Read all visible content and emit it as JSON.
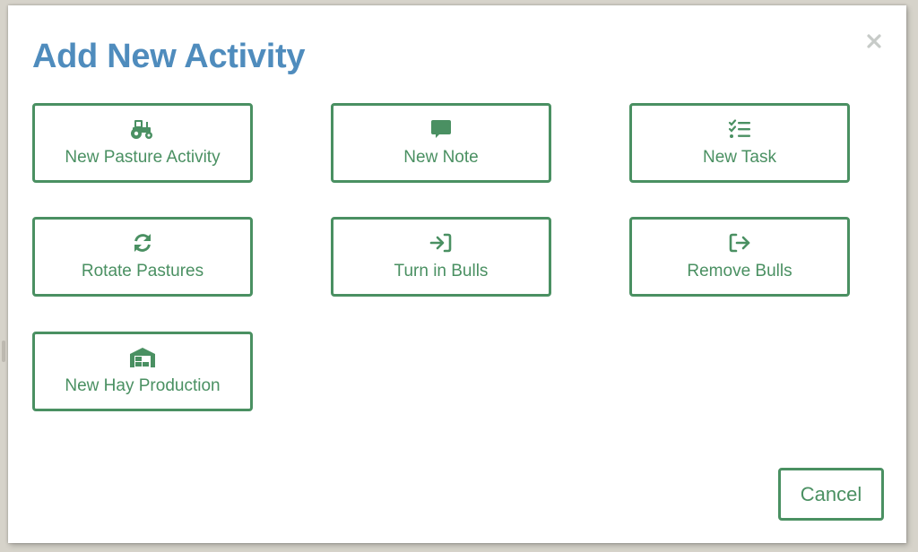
{
  "dialog": {
    "title": "Add New Activity",
    "close_icon": "close-icon",
    "accent_color": "#4a9062",
    "title_color": "#4f8cbd"
  },
  "activities": [
    {
      "label": "New Pasture Activity",
      "icon": "tractor-icon"
    },
    {
      "label": "New Note",
      "icon": "comment-icon"
    },
    {
      "label": "New Task",
      "icon": "task-list-icon"
    },
    {
      "label": "Rotate Pastures",
      "icon": "rotate-icon"
    },
    {
      "label": "Turn in Bulls",
      "icon": "sign-in-icon"
    },
    {
      "label": "Remove Bulls",
      "icon": "sign-out-icon"
    },
    {
      "label": "New Hay Production",
      "icon": "warehouse-icon"
    }
  ],
  "footer": {
    "cancel_label": "Cancel"
  }
}
